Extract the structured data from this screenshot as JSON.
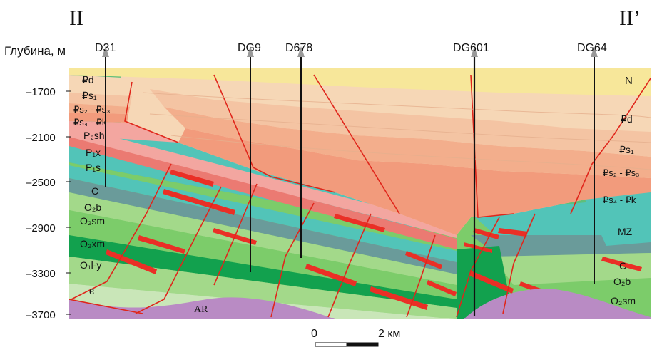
{
  "header": {
    "left_mark": "II",
    "right_mark": "II’",
    "depth_axis_label": "Глубина, м"
  },
  "depth_ticks": [
    "–1700",
    "–2100",
    "–2500",
    "–2900",
    "–3300",
    "–3700"
  ],
  "wells": [
    {
      "id": "D31"
    },
    {
      "id": "DG9"
    },
    {
      "id": "D678"
    },
    {
      "id": "DG601"
    },
    {
      "id": "DG64"
    }
  ],
  "left_units": [
    "₽d",
    "₽s₁",
    "₽s₂ - ₽s₃",
    "₽s₄ - ₽k",
    "P₂sh",
    "P₁x",
    "P₁s",
    "C",
    "O₂b",
    "O₂sm",
    "O₂xm",
    "O₁l-y",
    "є"
  ],
  "right_units": [
    "N",
    "₽d",
    "₽s₁",
    "₽s₂ - ₽s₃",
    "₽s₄ - ₽k",
    "MZ",
    "C",
    "O₂b",
    "O₂sm"
  ],
  "basement_label": "AR",
  "scale_bar": {
    "start": "0",
    "end": "2 км"
  },
  "colors": {
    "neogene": "#f7e79a",
    "paleogene_d": "#f6d7b6",
    "paleogene_s1": "#f4c4a3",
    "paleogene_s2": "#f3ae8c",
    "paleogene_s4": "#f29b7c",
    "permian_upper": "#f3a6a0",
    "permian_lower": "#ec8079",
    "carboniferous": "#52c4b8",
    "ordovician_b": "#a3d98a",
    "ordovician_sm": "#7ccc6a",
    "ordovician_dark": "#12a14e",
    "cambrian": "#c9e6b8",
    "basement": "#b98bc4",
    "fault": "#e0261b",
    "red_bed": "#ea2f26"
  }
}
